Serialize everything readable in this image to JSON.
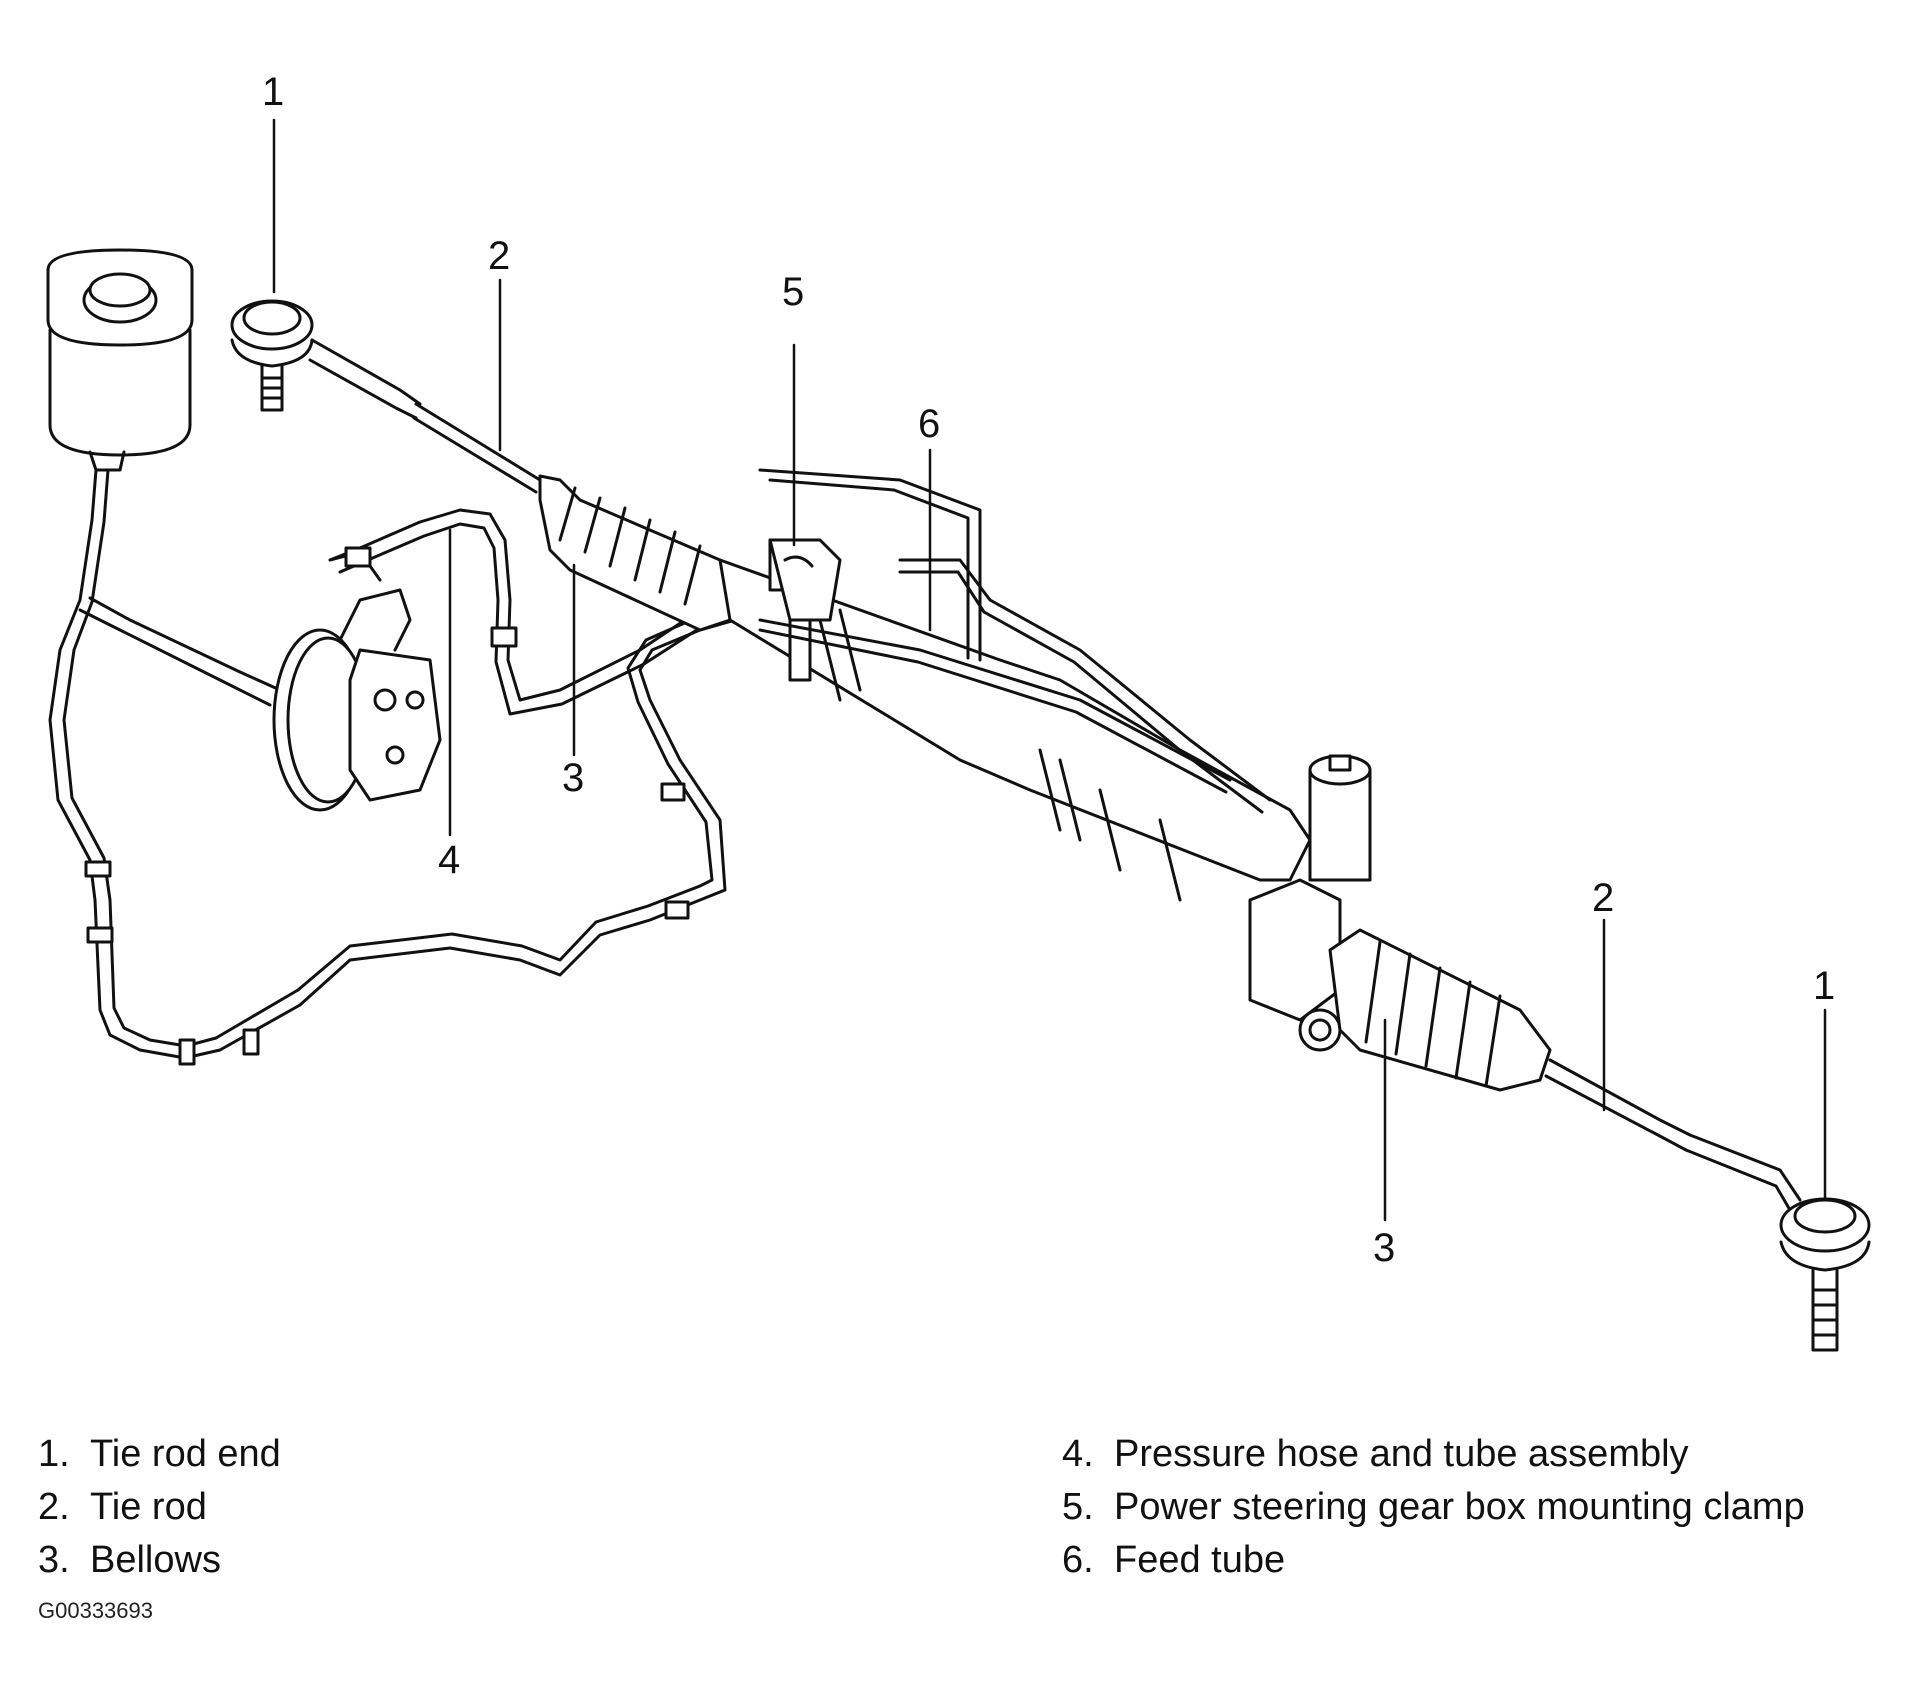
{
  "callouts": {
    "c1_left": "1",
    "c2_left": "2",
    "c5": "5",
    "c6": "6",
    "c3_left": "3",
    "c4": "4",
    "c2_right": "2",
    "c1_right": "1",
    "c3_right": "3"
  },
  "legend": [
    {
      "num": "1.",
      "label": "Tie rod end"
    },
    {
      "num": "2.",
      "label": "Tie rod"
    },
    {
      "num": "3.",
      "label": "Bellows"
    },
    {
      "num": "4.",
      "label": "Pressure hose and tube assembly"
    },
    {
      "num": "5.",
      "label": "Power steering gear box mounting clamp"
    },
    {
      "num": "6.",
      "label": "Feed tube"
    }
  ],
  "figure_id": "G00333693"
}
